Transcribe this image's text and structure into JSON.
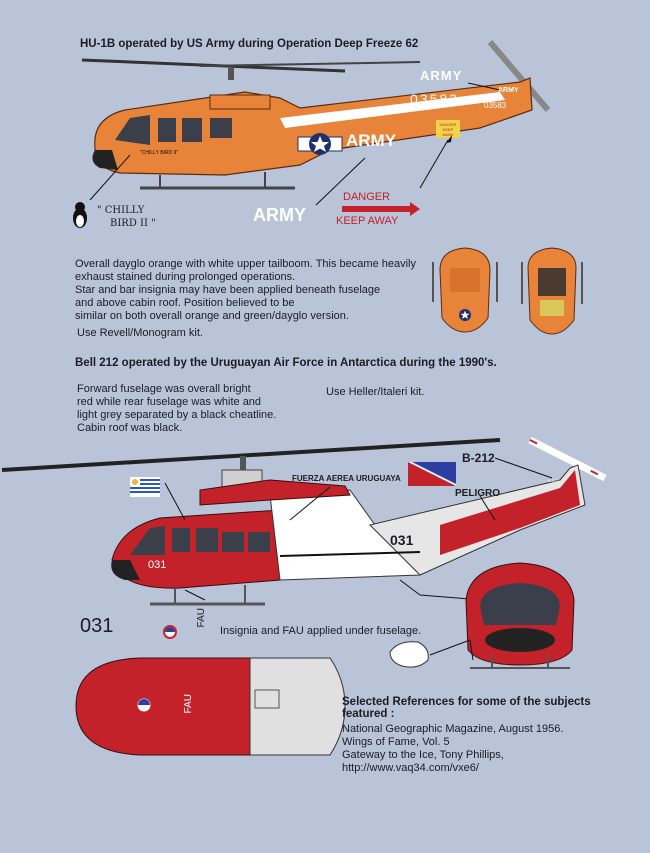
{
  "section1": {
    "title": "HU-1B operated by US Army during Operation Deep Freeze 62",
    "markings": {
      "army_tail": "ARMY",
      "serial_large": "03583",
      "army_fin": "ARMY",
      "serial_fin": "03583",
      "army_boom": "ARMY",
      "danger_patch": "DANGER KEEP AWAY",
      "army_callout": "ARMY",
      "danger_callout": "DANGER",
      "keep_away_callout": "KEEP AWAY",
      "nose_art": "\"CHILLY BIRD II\"",
      "chilly": "\" CHILLY",
      "bird": "BIRD II \""
    },
    "description": [
      "Overall dayglo orange with white upper tailboom. This became heavily",
      "exhaust stained during prolonged operations.",
      "Star and bar insignia may have been applied beneath fuselage",
      "and above cabin roof. Position believed to be",
      "similar on both overall orange and green/dayglo version."
    ],
    "kit": "Use Revell/Monogram kit."
  },
  "section2": {
    "title": "Bell 212 operated by the Uruguayan Air Force in Antarctica during the 1990's.",
    "description": [
      "Forward fuselage was overall bright",
      "red while rear fuselage was white and",
      "light grey separated by a black cheatline.",
      "Cabin roof was black."
    ],
    "kit": "Use Heller/Italeri kit.",
    "markings": {
      "fuerza": "FUERZA AEREA URUGUAYA",
      "b212": "B-212",
      "peligro": "PELIGRO",
      "number": "031",
      "number_nose": "031",
      "number_callout": "031",
      "fau": "FAU",
      "fau_top": "FAU",
      "fin_small": "B-212"
    },
    "under_note": "Insignia and FAU applied under fuselage."
  },
  "references": {
    "title_line1": "Selected References for some of the subjects",
    "title_line2": "featured :",
    "items": [
      "National Geographic Magazine, August 1956.",
      "Wings of Fame, Vol. 5",
      "Gateway to the Ice, Tony Phillips,",
      "http://www.vaq34.com/vxe6/"
    ]
  },
  "colors": {
    "background": "#b9c4d9",
    "dayglo_orange": "#e8833a",
    "red": "#c4222b",
    "white": "#ffffff",
    "grey": "#c9c9cc",
    "black": "#111111"
  }
}
